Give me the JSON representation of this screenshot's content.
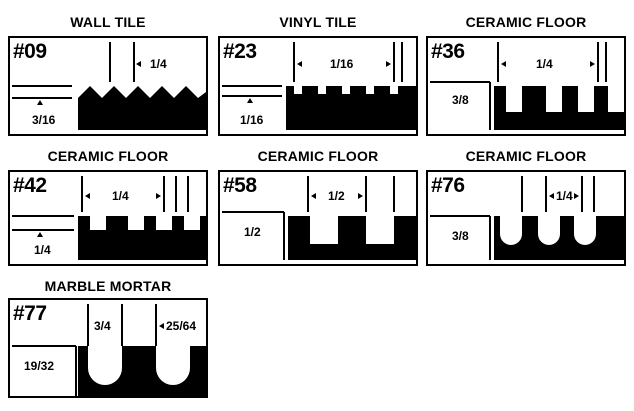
{
  "panels": [
    {
      "title": "WALL TILE",
      "code": "#09",
      "width_label": "1/4",
      "depth_label": "3/16"
    },
    {
      "title": "VINYL TILE",
      "code": "#23",
      "width_label": "1/16",
      "depth_label": "1/16"
    },
    {
      "title": "CERAMIC FLOOR",
      "code": "#36",
      "width_label": "1/4",
      "depth_label": "3/8"
    },
    {
      "title": "CERAMIC FLOOR",
      "code": "#42",
      "width_label": "1/4",
      "depth_label": "1/4"
    },
    {
      "title": "CERAMIC FLOOR",
      "code": "#58",
      "width_label": "1/2",
      "depth_label": "1/2"
    },
    {
      "title": "CERAMIC FLOOR",
      "code": "#76",
      "width_label": "1/4",
      "depth_label": "3/8"
    },
    {
      "title": "MARBLE MORTAR",
      "code": "#77",
      "width_label": "3/4",
      "depth_label": "19/32",
      "extra_label": "25/64"
    }
  ],
  "colors": {
    "ink": "#000000",
    "paper": "#ffffff"
  }
}
